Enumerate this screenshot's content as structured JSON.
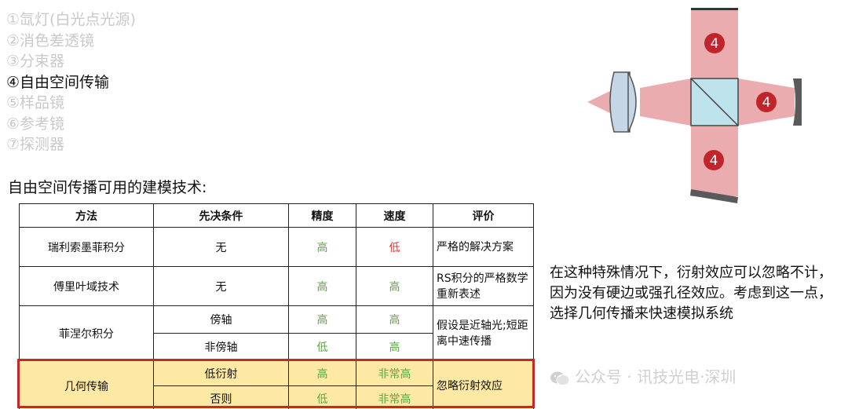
{
  "steps": [
    {
      "label": "①氙灯(白光点光源)"
    },
    {
      "label": "②消色差透镜"
    },
    {
      "label": "③分束器"
    },
    {
      "label": "④自由空间传输"
    },
    {
      "label": "⑤样品镜"
    },
    {
      "label": "⑥参考镜"
    },
    {
      "label": "⑦探测器"
    }
  ],
  "section_title": "自由空间传播可用的建模技术:",
  "table": {
    "headers": [
      "方法",
      "先决条件",
      "精度",
      "速度",
      "评价"
    ],
    "rows": {
      "rayleigh": {
        "method": "瑞利索墨菲积分",
        "prereq": "无",
        "accuracy": "高",
        "speed": "低",
        "evaluation": "严格的解决方案"
      },
      "fourier": {
        "method": "傅里叶域技术",
        "prereq": "无",
        "accuracy": "高",
        "speed": "高",
        "evaluation": "RS积分的严格数学重新表述"
      },
      "fresnel": {
        "method": "菲涅尔积分",
        "evaluation": "假设是近轴光;短距离中速传播",
        "sub": [
          {
            "prereq": "傍轴",
            "accuracy": "高",
            "speed": "高"
          },
          {
            "prereq": "非傍轴",
            "accuracy": "低",
            "speed": "高"
          }
        ]
      },
      "geometric": {
        "method": "几何传输",
        "evaluation": "忽略衍射效应",
        "sub": [
          {
            "prereq": "低衍射",
            "accuracy": "高",
            "speed": "非常高"
          },
          {
            "prereq": "否则",
            "accuracy": "低",
            "speed": "非常高"
          }
        ]
      }
    }
  },
  "note": "在这种特殊情况下，衍射效应可以忽略不计，因为没有硬边或强孔径效应。考虑到这一点，选择几何传播来快速模拟系统",
  "diagram": {
    "beam_label": "4"
  },
  "watermark": "公众号 · 讯技光电·深圳",
  "colors": {
    "beam": "#d9676b",
    "badge": "#c0252b",
    "cube": "#bfe3ec",
    "lens": "#c5d7e6",
    "mirror": "#5a5a5a",
    "highlight_fill": "#fde9a3",
    "highlight_border": "#c62828",
    "good": "#5aa642",
    "bad": "#e53935",
    "muted_step": "#c9c9c9"
  },
  "icons": {
    "watermark": "wechat-icon"
  }
}
